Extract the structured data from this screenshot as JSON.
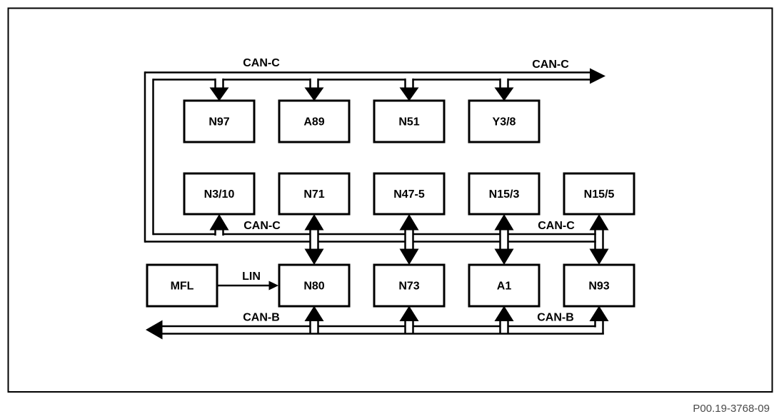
{
  "diagram": {
    "caption": "P00.19-3768-09",
    "bus_labels": {
      "can_c_top_left": "CAN-C",
      "can_c_top_right": "CAN-C",
      "can_c_mid_left": "CAN-C",
      "can_c_mid_right": "CAN-C",
      "can_b_left": "CAN-B",
      "can_b_right": "CAN-B",
      "lin": "LIN"
    },
    "boxes": {
      "n97": "N97",
      "a89": "A89",
      "n51": "N51",
      "y3_8": "Y3/8",
      "n3_10": "N3/10",
      "n71": "N71",
      "n47_5": "N47-5",
      "n15_3": "N15/3",
      "n15_5": "N15/5",
      "mfl": "MFL",
      "n80": "N80",
      "n73": "N73",
      "a1": "A1",
      "n93": "N93"
    },
    "colors": {
      "line": "#000000",
      "background": "#ffffff",
      "caption_text": "#4a4a4a"
    }
  }
}
